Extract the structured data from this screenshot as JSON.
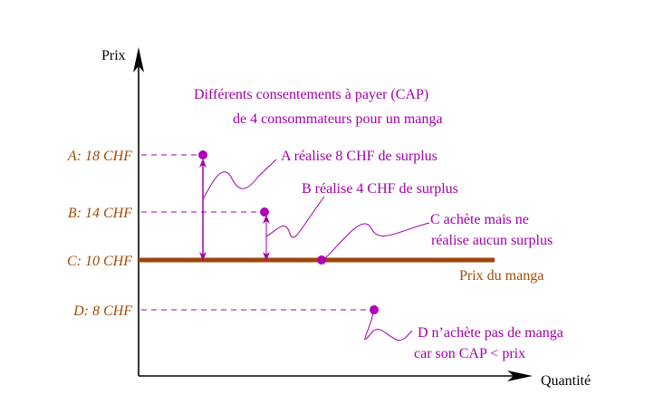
{
  "axes": {
    "y_label": "Prix",
    "x_label": "Quantité"
  },
  "title": {
    "line1": "Différents consentements  à payer (CAP)",
    "line2": "de 4 consommateurs pour un manga"
  },
  "price_line": {
    "label": "Prix du manga",
    "value": 10
  },
  "consumers": [
    {
      "id": "A",
      "label": "A: 18 CHF",
      "cap": 18,
      "note": [
        "A réalise 8 CHF de surplus"
      ]
    },
    {
      "id": "B",
      "label": "B: 14 CHF",
      "cap": 14,
      "note": [
        "B réalise 4 CHF de surplus"
      ]
    },
    {
      "id": "C",
      "label": "C: 10 CHF",
      "cap": 10,
      "note": [
        "C achète mais ne",
        "réalise aucun surplus"
      ]
    },
    {
      "id": "D",
      "label": "D: 8 CHF",
      "cap": 8,
      "note": [
        "D n’achète pas de manga",
        "car son CAP < prix"
      ]
    }
  ],
  "colors": {
    "annotation": "#a000a8",
    "price": "#a04a00",
    "axis": "#000000"
  }
}
